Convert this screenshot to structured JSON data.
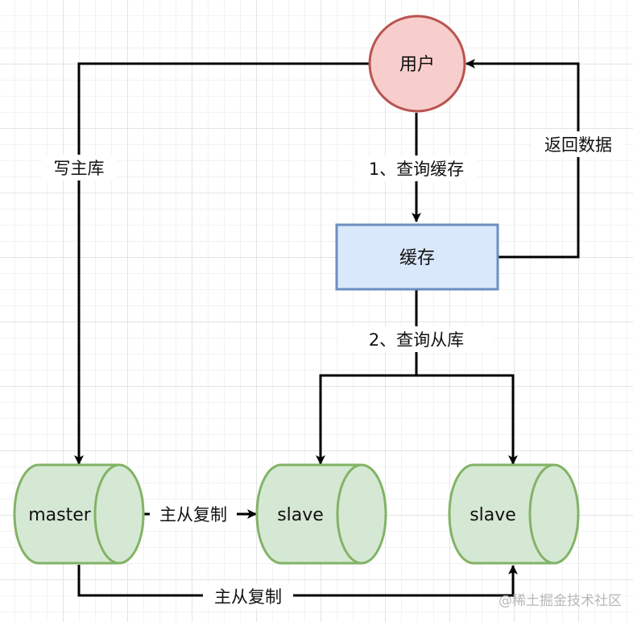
{
  "nodes": {
    "user": {
      "label": "用户",
      "fill": "#f8cecc",
      "stroke": "#b85450"
    },
    "cache": {
      "label": "缓存",
      "fill": "#dae8fc",
      "stroke": "#6c8ebf"
    },
    "master": {
      "label": "master",
      "fill": "#d5e8d4",
      "stroke": "#82b366"
    },
    "slave1": {
      "label": "slave",
      "fill": "#d5e8d4",
      "stroke": "#82b366"
    },
    "slave2": {
      "label": "slave",
      "fill": "#d5e8d4",
      "stroke": "#82b366"
    }
  },
  "edges": {
    "write_master": "写主库",
    "query_cache": "1、查询缓存",
    "return_data": "返回数据",
    "query_slave": "2、查询从库",
    "replicate_1": "主从复制",
    "replicate_2": "主从复制"
  },
  "watermark": "@稀土掘金技术社区"
}
